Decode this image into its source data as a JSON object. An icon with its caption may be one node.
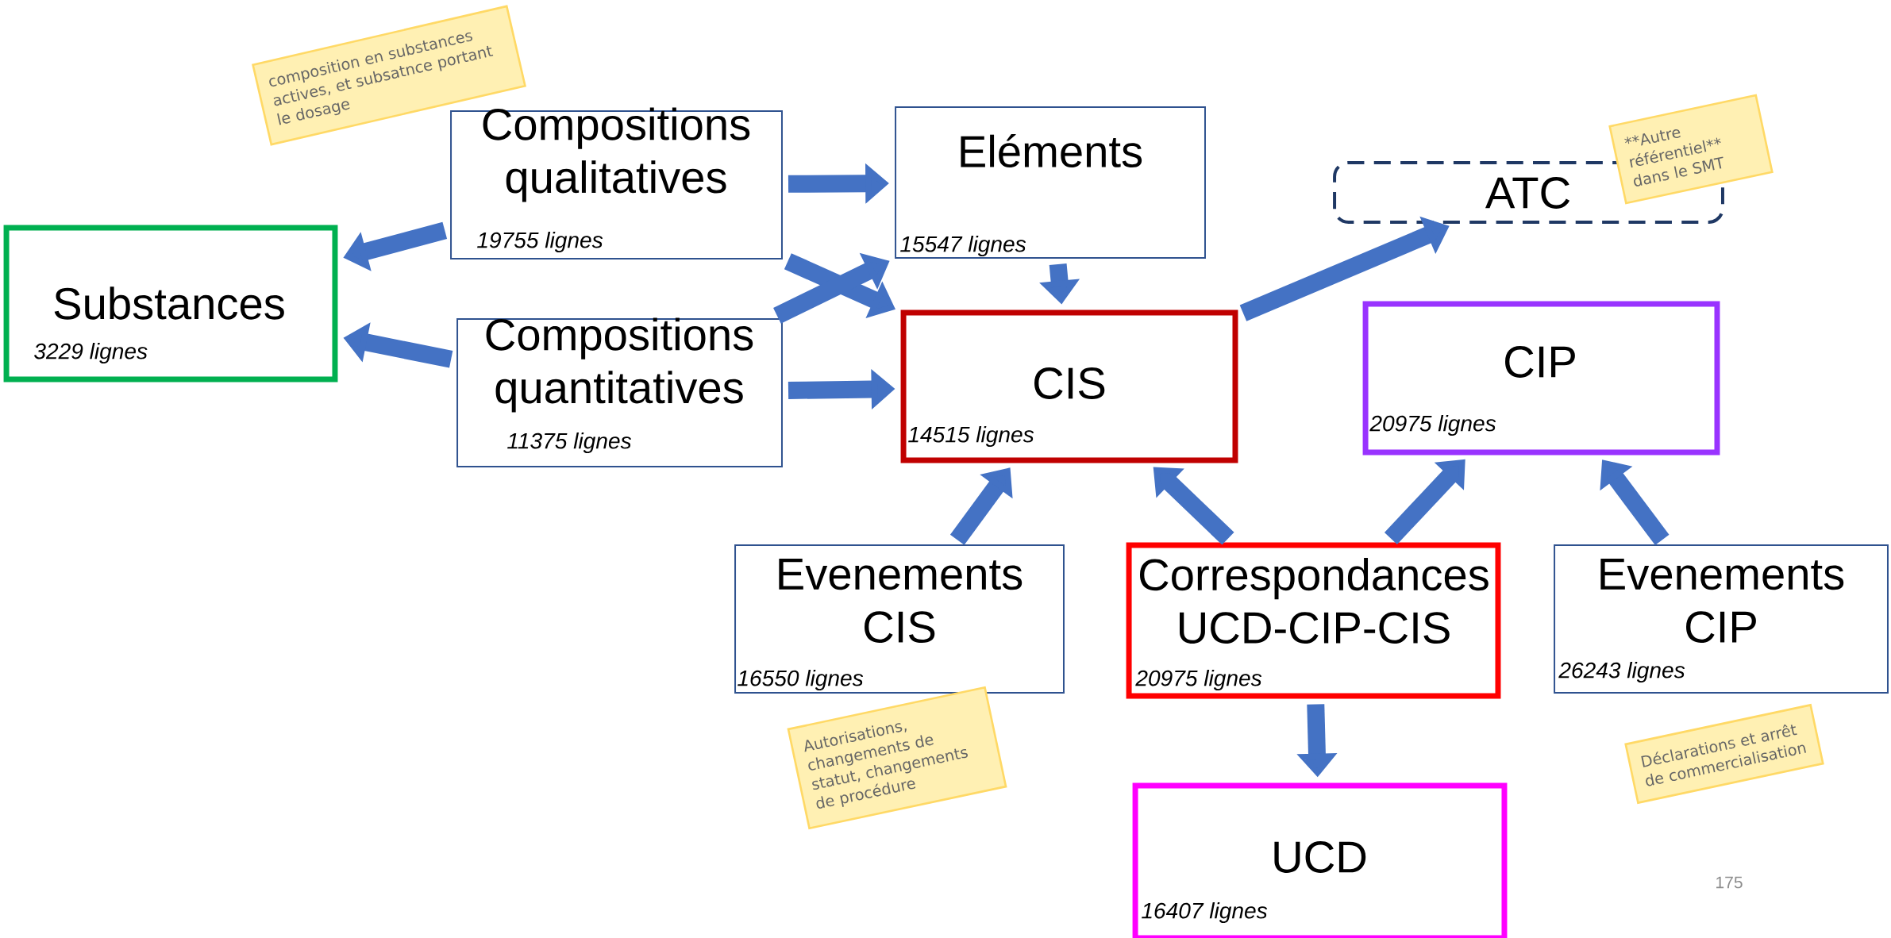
{
  "diagram": {
    "nodes": [
      {
        "text": [
          "Compositions qualitatives",
          "19755 lignes"
        ]
      },
      {
        "text": [
          "Eléments",
          "15547 lignes"
        ]
      },
      {
        "text": [
          "ATC"
        ]
      },
      {
        "text": [
          "Substances",
          "3229 lignes"
        ]
      },
      {
        "text": [
          "Compositions quantitatives",
          "11375 lignes"
        ]
      },
      {
        "text": [
          "CIS",
          "14515 lignes"
        ]
      },
      {
        "text": [
          "CIP",
          "20975 lignes"
        ]
      },
      {
        "text": [
          "Evenements CIS",
          "16550 lignes"
        ]
      },
      {
        "text": [
          "Correspondances UCD-CIP-CIS",
          "20975 lignes"
        ]
      },
      {
        "text": [
          "Evenements CIP",
          "26243 lignes"
        ]
      },
      {
        "text": [
          "UCD",
          "16407 lignes"
        ]
      },
      {
        "text": [
          "composition en substances actives, et subsatnce portant le dosage"
        ]
      },
      {
        "text": [
          "**Autre",
          "référentiel** dans le SMT"
        ]
      },
      {
        "text": [
          "Autorisations, changements de statut, changements de procédure"
        ]
      },
      {
        "text": [
          "Déclarations et arrêt de commercialisation"
        ]
      }
    ],
    "edges": [
      {
        "from": 0,
        "to": 3,
        "arrow": "to"
      },
      {
        "from": 4,
        "to": 3,
        "arrow": "to"
      },
      {
        "from": 0,
        "to": 1,
        "arrow": "to"
      },
      {
        "from": 0,
        "to": 5,
        "arrow": "to"
      },
      {
        "from": 4,
        "to": 1,
        "arrow": "to"
      },
      {
        "from": 4,
        "to": 5,
        "arrow": "to"
      },
      {
        "from": 1,
        "to": 5,
        "arrow": "to"
      },
      {
        "from": 5,
        "to": 2,
        "arrow": "to"
      },
      {
        "from": 7,
        "to": 5,
        "arrow": "to"
      },
      {
        "from": 8,
        "to": 5,
        "arrow": "to"
      },
      {
        "from": 8,
        "to": 6,
        "arrow": "to"
      },
      {
        "from": 9,
        "to": 6,
        "arrow": "to"
      },
      {
        "from": 8,
        "to": 10,
        "arrow": "to"
      }
    ],
    "labels": [
      "175"
    ]
  }
}
